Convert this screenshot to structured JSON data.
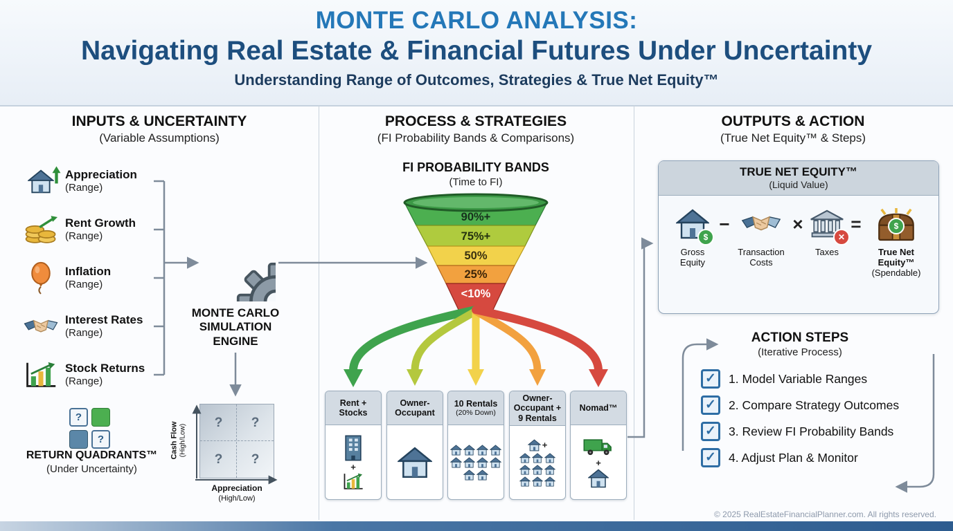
{
  "icons": {
    "check": "✓",
    "x_mark": "✕",
    "dollar": "$",
    "question": "?",
    "plus": "+"
  },
  "colors": {
    "title_blue": "#2478b8",
    "title_navy": "#1d4e7e",
    "band_90": "#4caf50",
    "band_75": "#afcb3e",
    "band_50": "#f2d24b",
    "band_25": "#f2a13f",
    "band_10": "#d6493f",
    "footer_bar": "#2d5c8f"
  },
  "header": {
    "title_line1": "MONTE CARLO ANALYSIS:",
    "title_line2": "Navigating Real Estate & Financial Futures Under Uncertainty",
    "subtitle": "Understanding Range of Outcomes, Strategies & True Net Equity™"
  },
  "inputs": {
    "title": "INPUTS & UNCERTAINTY",
    "subtitle": "(Variable Assumptions)",
    "items": [
      {
        "label": "Appreciation",
        "range": "(Range)"
      },
      {
        "label": "Rent Growth",
        "range": "(Range)"
      },
      {
        "label": "Inflation",
        "range": "(Range)"
      },
      {
        "label": "Interest Rates",
        "range": "(Range)"
      },
      {
        "label": "Stock Returns",
        "range": "(Range)"
      }
    ],
    "return_quadrants_label": "RETURN QUADRANTS™",
    "return_quadrants_sub": "(Under Uncertainty)",
    "engine_label": "MONTE CARLO SIMULATION ENGINE",
    "quadrant_chart": {
      "y_label": "Cash Flow",
      "y_sub": "(High/Low)",
      "x_label": "Appreciation",
      "x_sub": "(High/Low)"
    }
  },
  "process": {
    "title": "PROCESS & STRATEGIES",
    "subtitle": "(FI Probability Bands & Comparisons)",
    "funnel_title": "FI PROBABILITY BANDS",
    "funnel_subtitle": "(Time to FI)",
    "bands": [
      {
        "label": "90%+"
      },
      {
        "label": "75%+"
      },
      {
        "label": "50%"
      },
      {
        "label": "25%"
      },
      {
        "label": "<10%"
      }
    ],
    "strategies": [
      {
        "name": "Rent + Stocks"
      },
      {
        "name": "Owner-Occupant"
      },
      {
        "name": "10 Rentals",
        "sub": "(20% Down)"
      },
      {
        "name": "Owner-Occupant + 9 Rentals"
      },
      {
        "name": "Nomad™"
      }
    ]
  },
  "outputs": {
    "title": "OUTPUTS & ACTION",
    "subtitle": "(True Net Equity™ & Steps)",
    "tne_title": "TRUE NET EQUITY™",
    "tne_subtitle": "(Liquid Value)",
    "formula": {
      "gross_equity": "Gross Equity",
      "minus": "−",
      "transaction_costs": "Transaction Costs",
      "times": "×",
      "taxes": "Taxes",
      "equals": "=",
      "true_net_equity": "True Net Equity™",
      "spendable": "(Spendable)"
    },
    "action_title": "ACTION STEPS",
    "action_subtitle": "(Iterative Process)",
    "steps": [
      {
        "text": "1. Model Variable Ranges"
      },
      {
        "text": "2. Compare Strategy Outcomes"
      },
      {
        "text": "3. Review FI Probability Bands"
      },
      {
        "text": "4. Adjust Plan & Monitor"
      }
    ]
  },
  "footer": {
    "copyright": "© 2025 RealEstateFinancialPlanner.com. All rights reserved."
  }
}
